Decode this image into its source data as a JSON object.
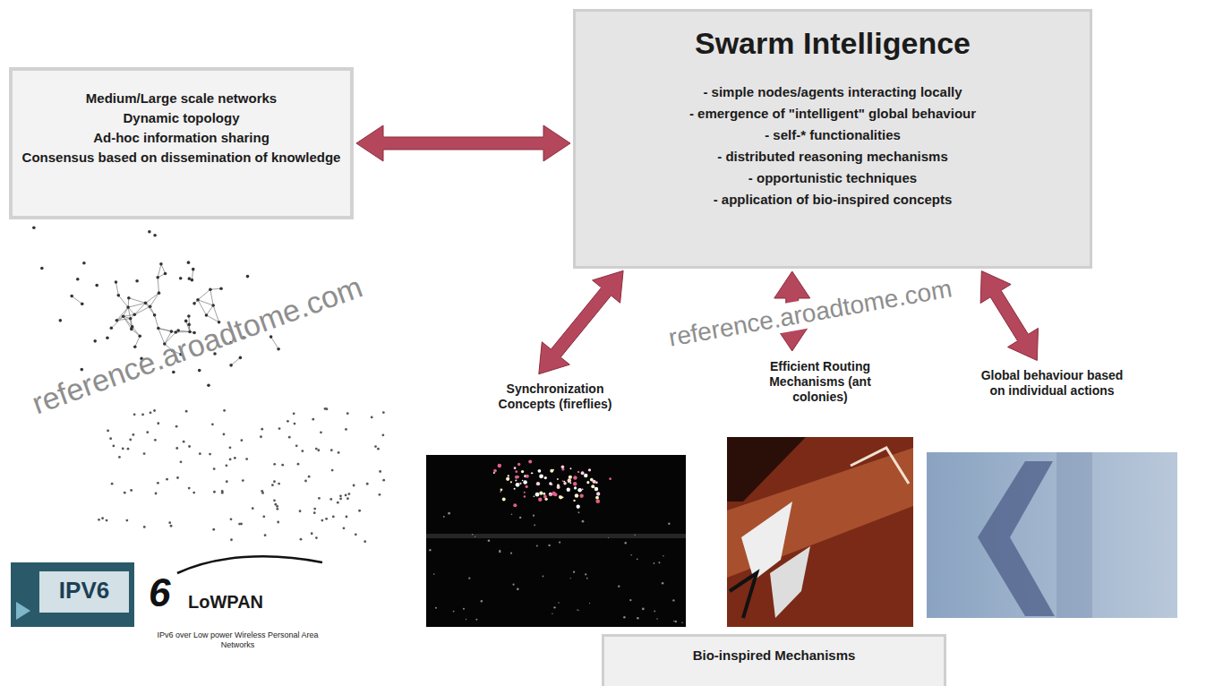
{
  "diagram": {
    "nodes": [
      {
        "text": [
          "Medium/Large scale networks",
          "Dynamic topology",
          "Ad-hoc information sharing",
          "Consensus based on dissemination of knowledge"
        ]
      },
      {
        "text": [
          "Swarm Intelligence",
          "- simple nodes/agents interacting locally",
          "- emergence of \"intelligent\" global behaviour",
          "- self-* functionalities",
          "- distributed reasoning mechanisms",
          "- opportunistic techniques",
          "- application of bio-inspired concepts"
        ]
      },
      {
        "text": [
          "Synchronization Concepts (fireflies)"
        ]
      },
      {
        "text": [
          "Efficient Routing Mechanisms (ant colonies)"
        ]
      },
      {
        "text": [
          "Global behaviour based on individual actions"
        ]
      },
      {
        "text": [
          "Bio-inspired Mechanisms"
        ]
      }
    ],
    "edges": [
      {
        "from": 0,
        "to": 1,
        "arrow": "both"
      },
      {
        "from": 1,
        "to": 2,
        "arrow": "both"
      },
      {
        "from": 1,
        "to": 3,
        "arrow": "both"
      },
      {
        "from": 1,
        "to": 4,
        "arrow": "both"
      }
    ],
    "labels": [
      "IPV6",
      "6",
      "LoWPAN",
      "IPv6 over Low power Wireless Personal Area Networks",
      "reference.aroadtome.com",
      "reference.aroadtome.com"
    ]
  }
}
